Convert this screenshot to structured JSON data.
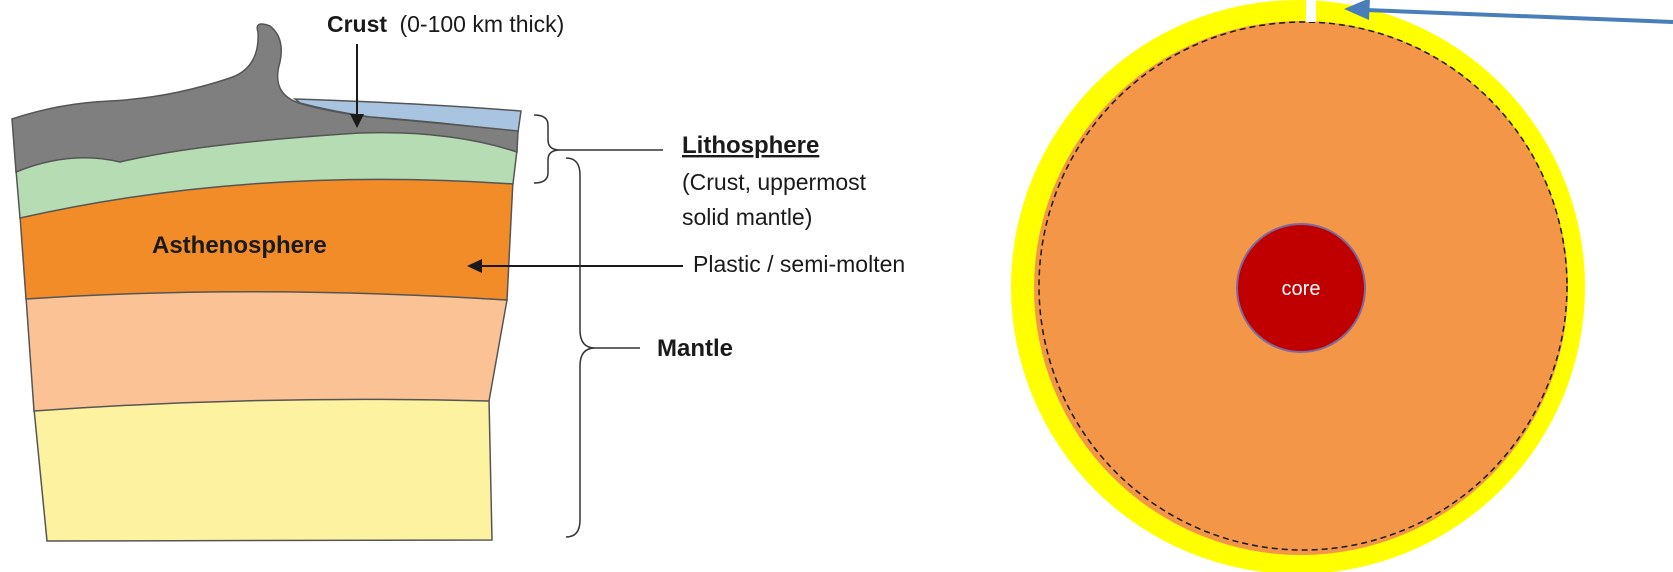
{
  "labels": {
    "crust_title": "Crust",
    "crust_detail": "(0-100 km thick)",
    "asthenosphere": "Asthenosphere",
    "lithosphere": "Lithosphere",
    "lithosphere_line1": "(Crust, uppermost",
    "lithosphere_line2": "solid mantle)",
    "plastic": "Plastic / semi-molten",
    "mantle": "Mantle",
    "core": "core"
  },
  "colors": {
    "crust": "#7f7f7f",
    "ocean": "#a8c4e0",
    "lithosphere_mantle": "#b5dcb2",
    "asthenosphere": "#f28c28",
    "upper_mantle": "#fbc395",
    "lower_mantle": "#fdf2a0",
    "globe_outer": "#ffff00",
    "globe_mantle": "#f39647",
    "globe_core": "#c00000",
    "arrow_blue": "#4a7ebb"
  }
}
